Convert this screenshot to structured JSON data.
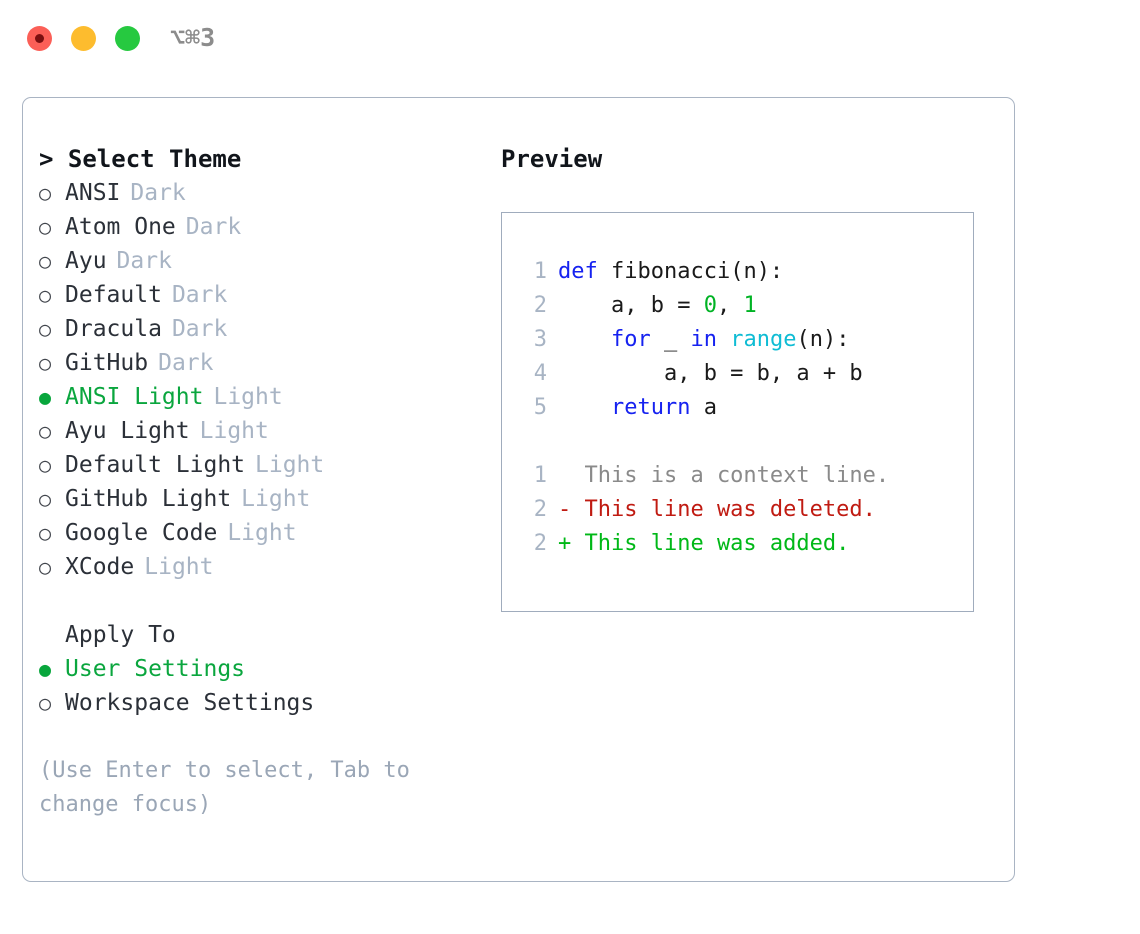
{
  "window": {
    "title": "⌥⌘3",
    "traffic_lights": [
      {
        "name": "close",
        "color": "#fb5f57"
      },
      {
        "name": "minimize",
        "color": "#fdbc2e"
      },
      {
        "name": "maximize",
        "color": "#26c940"
      }
    ]
  },
  "theme_picker": {
    "header": "> Select Theme",
    "selected_marker": "●",
    "unselected_marker": "○",
    "selected_color": "#0aa63e",
    "items": [
      {
        "marker": "○",
        "name": "ANSI",
        "category": "Dark",
        "selected": false
      },
      {
        "marker": "○",
        "name": "Atom One",
        "category": "Dark",
        "selected": false
      },
      {
        "marker": "○",
        "name": "Ayu",
        "category": "Dark",
        "selected": false
      },
      {
        "marker": "○",
        "name": "Default",
        "category": "Dark",
        "selected": false
      },
      {
        "marker": "○",
        "name": "Dracula",
        "category": "Dark",
        "selected": false
      },
      {
        "marker": "○",
        "name": "GitHub",
        "category": "Dark",
        "selected": false
      },
      {
        "marker": "●",
        "name": "ANSI Light",
        "category": "Light",
        "selected": true
      },
      {
        "marker": "○",
        "name": "Ayu Light",
        "category": "Light",
        "selected": false
      },
      {
        "marker": "○",
        "name": "Default Light",
        "category": "Light",
        "selected": false
      },
      {
        "marker": "○",
        "name": "GitHub Light",
        "category": "Light",
        "selected": false
      },
      {
        "marker": "○",
        "name": "Google Code",
        "category": "Light",
        "selected": false
      },
      {
        "marker": "○",
        "name": "XCode",
        "category": "Light",
        "selected": false
      }
    ]
  },
  "apply_to": {
    "label": "Apply To",
    "items": [
      {
        "marker": "●",
        "name": "User Settings",
        "selected": true
      },
      {
        "marker": "○",
        "name": "Workspace Settings",
        "selected": false
      }
    ]
  },
  "hint": "(Use Enter to select, Tab to change focus)",
  "preview": {
    "title": "Preview",
    "code_lines": [
      {
        "number": "1",
        "tokens": [
          {
            "text": "def",
            "type": "keyword"
          },
          {
            "text": " fibonacci(n):",
            "type": "plain"
          }
        ]
      },
      {
        "number": "2",
        "tokens": [
          {
            "text": "    a, b = ",
            "type": "plain"
          },
          {
            "text": "0",
            "type": "number"
          },
          {
            "text": ", ",
            "type": "plain"
          },
          {
            "text": "1",
            "type": "number"
          }
        ]
      },
      {
        "number": "3",
        "tokens": [
          {
            "text": "    ",
            "type": "plain"
          },
          {
            "text": "for",
            "type": "keyword"
          },
          {
            "text": " _ ",
            "type": "plain"
          },
          {
            "text": "in",
            "type": "keyword"
          },
          {
            "text": " ",
            "type": "plain"
          },
          {
            "text": "range",
            "type": "function"
          },
          {
            "text": "(n):",
            "type": "plain"
          }
        ]
      },
      {
        "number": "4",
        "tokens": [
          {
            "text": "        a, b = b, a + b",
            "type": "plain"
          }
        ]
      },
      {
        "number": "5",
        "tokens": [
          {
            "text": "    ",
            "type": "plain"
          },
          {
            "text": "return",
            "type": "keyword"
          },
          {
            "text": " a",
            "type": "plain"
          }
        ]
      }
    ],
    "diff_lines": [
      {
        "number": "1",
        "text": "  This is a context line.",
        "type": "context"
      },
      {
        "number": "2",
        "text": "- This line was deleted.",
        "type": "deleted"
      },
      {
        "number": "2",
        "text": "+ This line was added.",
        "type": "added"
      }
    ],
    "colors": {
      "keyword": "#1622f0",
      "function": "#0fbcd4",
      "number": "#00b324",
      "context": "#8a8a8a",
      "deleted": "#c01b12",
      "added": "#00b817",
      "line_number": "#a8b4c4",
      "border": "#a0acbd"
    }
  }
}
